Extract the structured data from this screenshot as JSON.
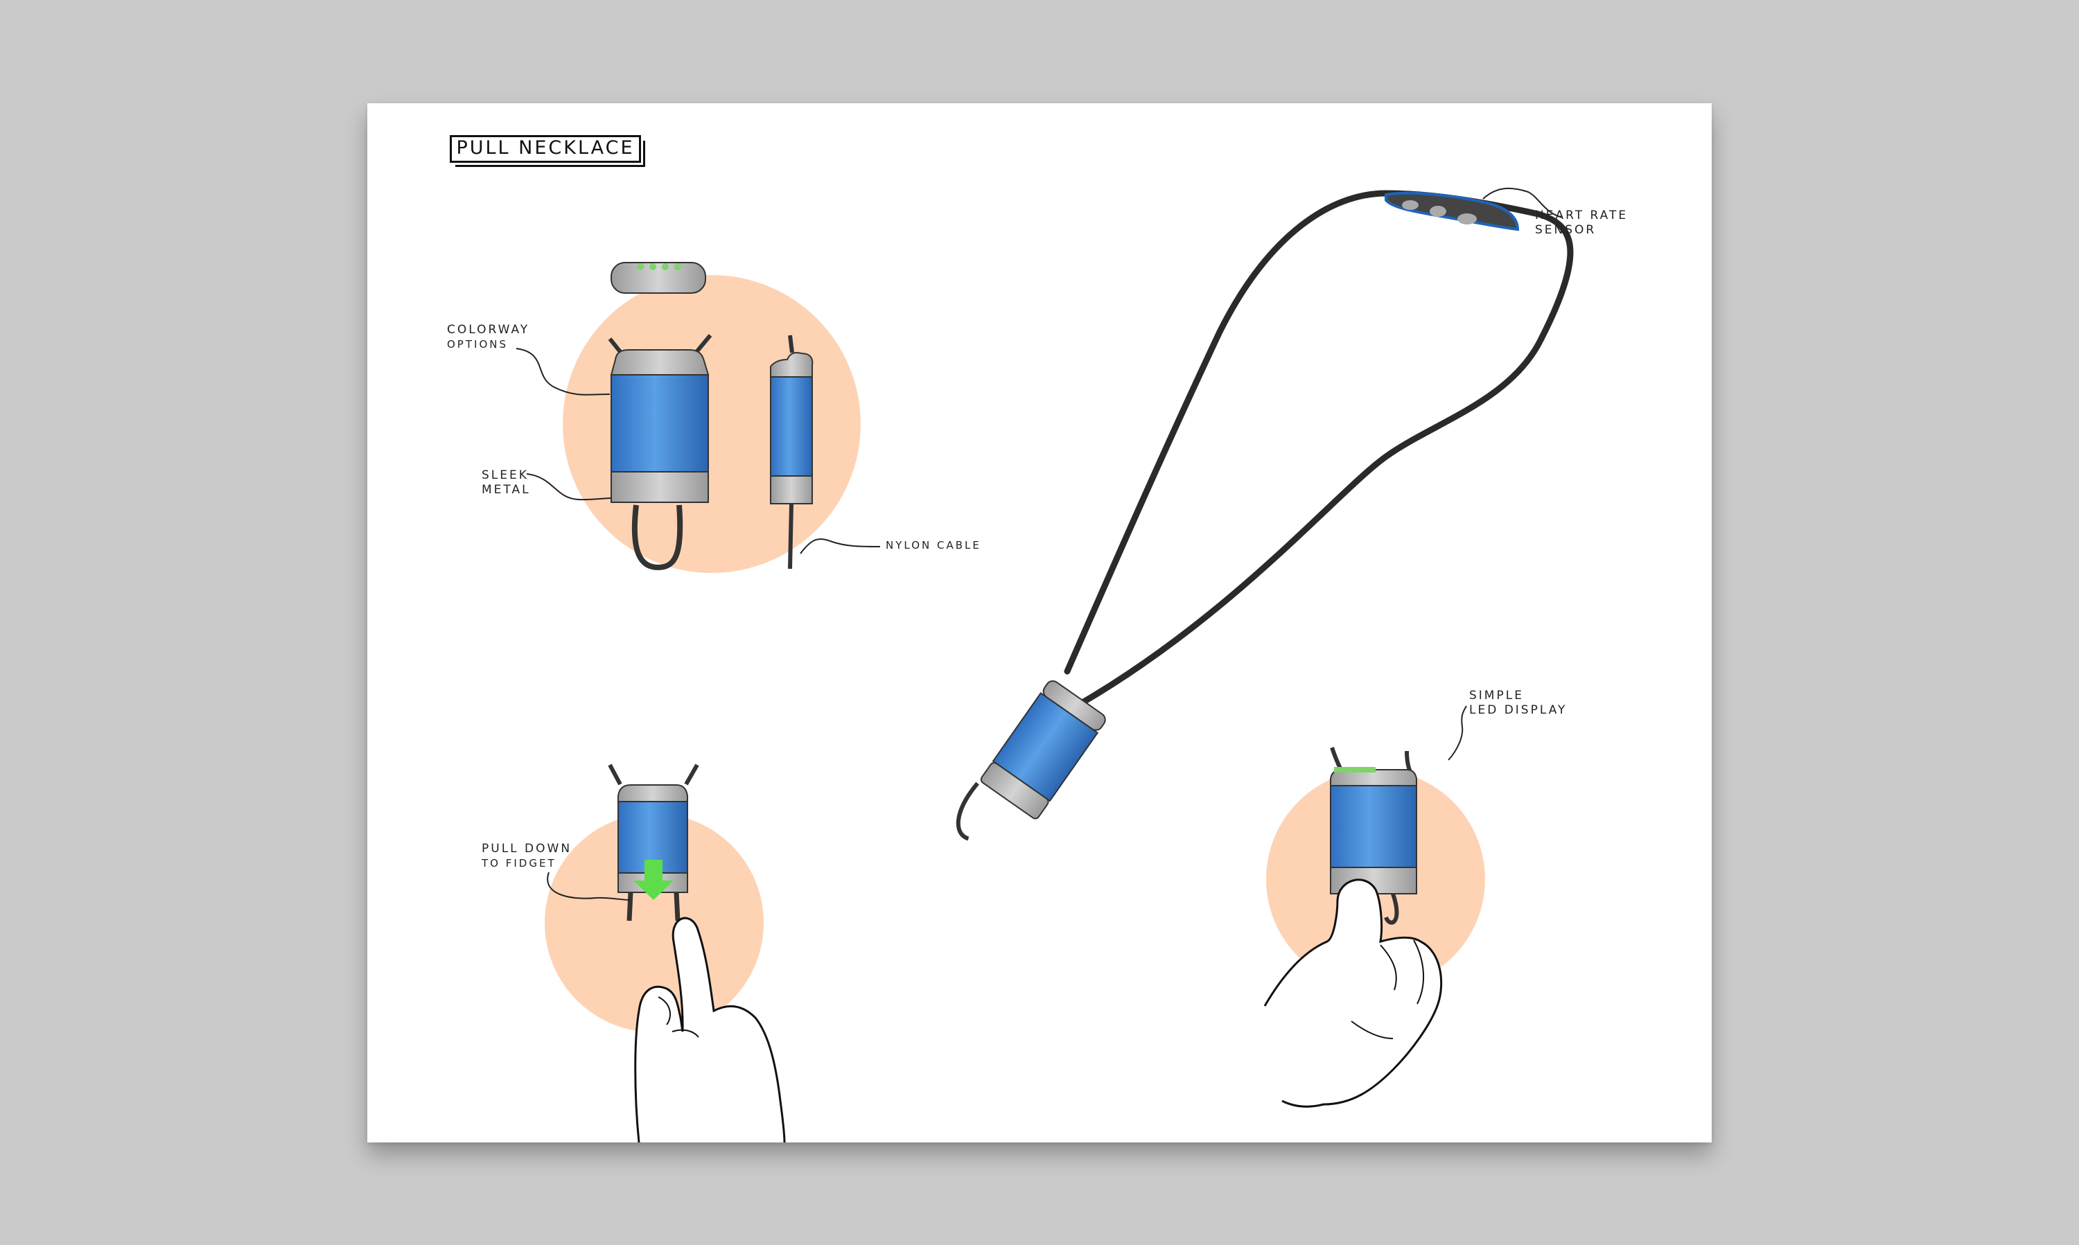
{
  "title": "PULL NECKLACE",
  "labels": {
    "colorway": [
      "COLORWAY",
      "OPTIONS"
    ],
    "sleek_metal": [
      "SLEEK",
      "METAL"
    ],
    "nylon_cable": "NYLON CABLE",
    "pull_down": [
      "PULL DOWN",
      "TO FIDGET"
    ],
    "heart_rate": [
      "HEART RATE",
      "SENSOR"
    ],
    "led_display": [
      "SIMPLE",
      "LED DISPLAY"
    ]
  },
  "colors": {
    "background": "#cacaca",
    "accent_circle": "#fdd3b4",
    "device_blue": "#3b82d0",
    "metal_gray": "#b3b3b3",
    "cable": "#3a3a3a",
    "arrow_green": "#5fdc4a"
  }
}
